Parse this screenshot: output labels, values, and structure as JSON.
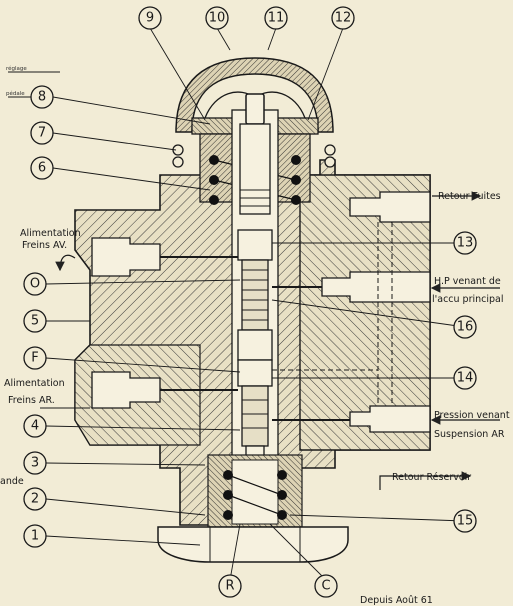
{
  "callouts": {
    "c1": "1",
    "c2": "2",
    "c3": "3",
    "c4": "4",
    "c5": "5",
    "c6": "6",
    "c7": "7",
    "c8": "8",
    "c9": "9",
    "c10": "10",
    "c11": "11",
    "c12": "12",
    "c13": "13",
    "c14": "14",
    "c15": "15",
    "c16": "16",
    "cO": "O",
    "cF": "F",
    "cR": "R",
    "cC": "C"
  },
  "labels": {
    "retour_fuites": "Retour Fuites",
    "hp_venant_1": "H.P venant de",
    "hp_venant_2": "l'accu principal",
    "pression_1": "Pression venant",
    "pression_2": "Suspension AR",
    "retour_reservoir": "Retour Réservoir",
    "alim_av_1": "Alimentation",
    "alim_av_2": "Freins AV.",
    "alim_ar_1": "Alimentation",
    "alim_ar_2": "Freins AR.",
    "left_cut": "ande",
    "reglage": "réglage",
    "pedale": "pédale",
    "depuis": "Depuis Août 61"
  }
}
